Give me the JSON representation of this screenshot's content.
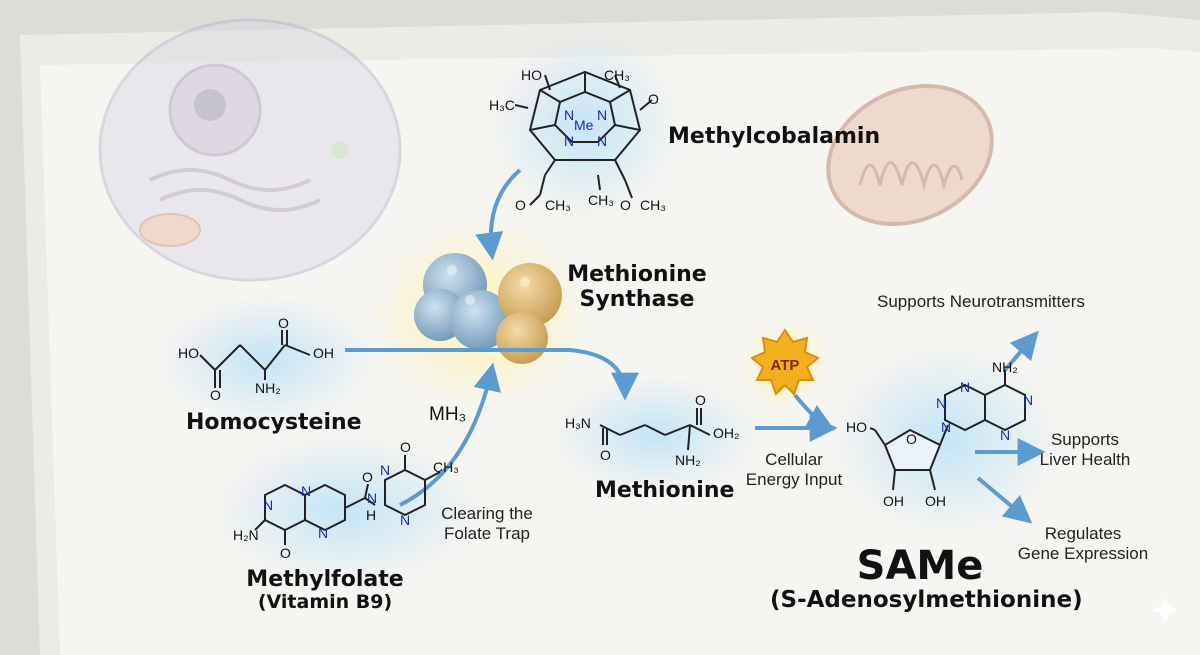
{
  "labels": {
    "methylcobalamin": "Methylcobalamin",
    "methionine_synthase_line1": "Methionine",
    "methionine_synthase_line2": "Synthase",
    "homocysteine": "Homocysteine",
    "mh3": "MH₃",
    "clearing_line1": "Clearing the",
    "clearing_line2": "Folate Trap",
    "methylfolate_line1": "Methylfolate",
    "methylfolate_line2": "(Vitamin B9)",
    "methionine": "Methionine",
    "atp": "ATP",
    "energy_line1": "Cellular",
    "energy_line2": "Energy Input",
    "same_title": "SAMe",
    "same_subtitle": "(S-Adenosylmethionine)",
    "neuro": "Supports Neurotransmitters",
    "liver_line1": "Supports",
    "liver_line2": "Liver Health",
    "gene_line1": "Regulates",
    "gene_line2": "Gene Expression"
  },
  "atoms": {
    "ho": "HO",
    "oh": "OH",
    "o": "O",
    "nh2": "NH₂",
    "h2n": "H₂N",
    "h3n": "H₃N",
    "oh2": "OH₂",
    "n": "N",
    "h": "H",
    "ch3": "CH₃",
    "h3c": "H₃C",
    "me": "Me"
  },
  "colors": {
    "arrow": "#5b9bd0",
    "glow": "#bfe3f7",
    "atp": "#f2b01f",
    "enzyme_blue": "#7fa8c8",
    "enzyme_gold": "#d9b46a",
    "paper": "#f6f5f1"
  }
}
